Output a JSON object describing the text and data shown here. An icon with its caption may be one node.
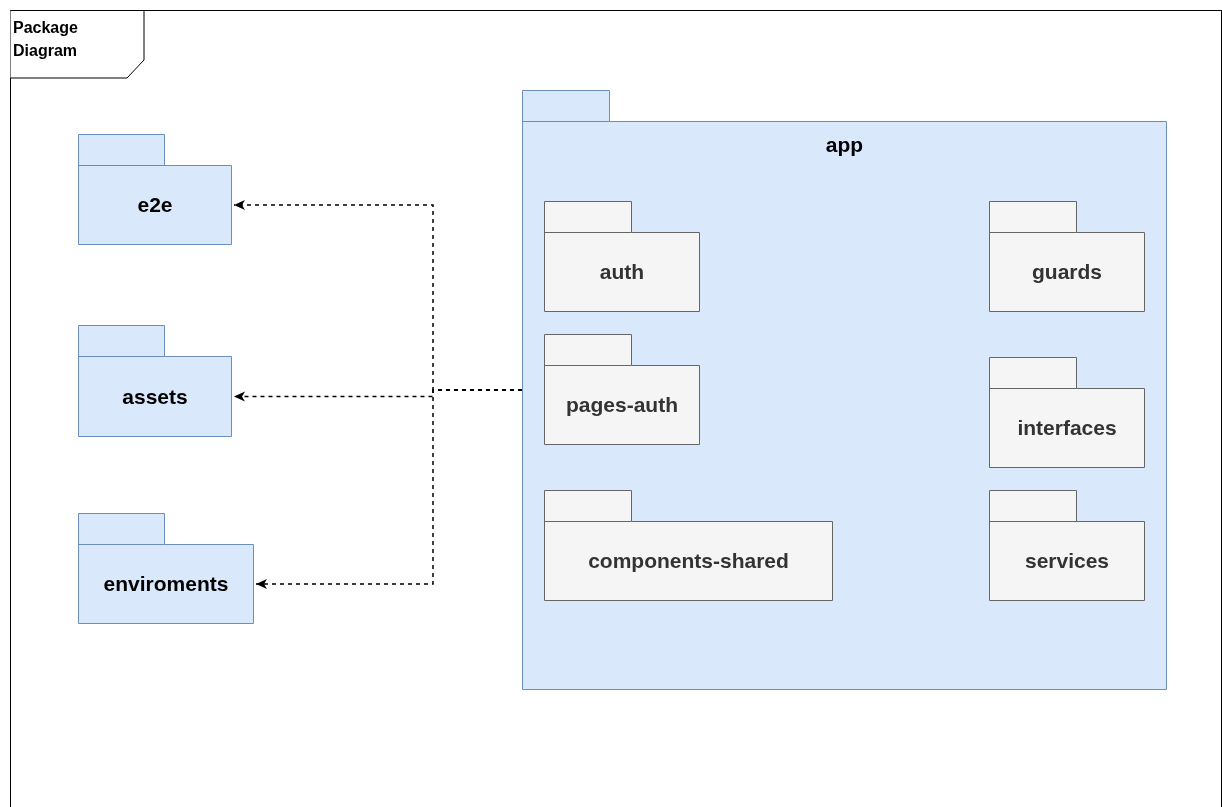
{
  "diagram": {
    "title": "Package Diagram",
    "nodes": [
      {
        "text": [
          "e2e"
        ]
      },
      {
        "text": [
          "assets"
        ]
      },
      {
        "text": [
          "enviroments"
        ]
      },
      {
        "text": [
          "app"
        ]
      },
      {
        "text": [
          "auth"
        ],
        "in": 3
      },
      {
        "text": [
          "guards"
        ],
        "in": 3
      },
      {
        "text": [
          "pages-auth"
        ],
        "in": 3
      },
      {
        "text": [
          "interfaces"
        ],
        "in": 3
      },
      {
        "text": [
          "components-shared"
        ],
        "in": 3
      },
      {
        "text": [
          "services"
        ],
        "in": 3
      }
    ],
    "edges": [
      {
        "from": 3,
        "to": 0,
        "arrow": "to",
        "style": "dashed"
      },
      {
        "from": 3,
        "to": 1,
        "arrow": "to",
        "style": "dashed"
      },
      {
        "from": 3,
        "to": 2,
        "arrow": "to",
        "style": "dashed"
      }
    ]
  }
}
